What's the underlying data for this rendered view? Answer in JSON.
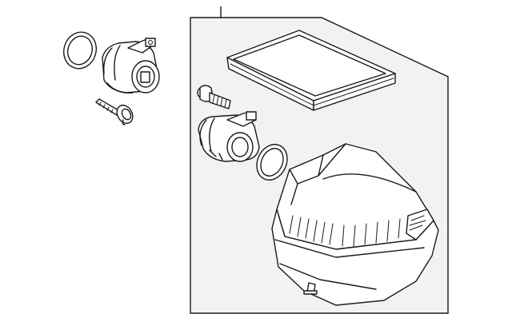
{
  "diagram": {
    "background": "#ffffff",
    "line_color": "#1a1a1a",
    "panel_fill": "#f2f2f2",
    "parts": [
      {
        "name": "gasket-loose",
        "icon": "o-ring-gasket-icon"
      },
      {
        "name": "mass-air-flow-sensor-loose",
        "icon": "sensor-icon"
      },
      {
        "name": "sensor-screw-loose",
        "icon": "screw-icon"
      },
      {
        "name": "air-filter-element",
        "icon": "filter-icon"
      },
      {
        "name": "mount-bolt",
        "icon": "bolt-icon"
      },
      {
        "name": "mass-air-flow-sensor",
        "icon": "sensor-icon"
      },
      {
        "name": "gasket",
        "icon": "o-ring-gasket-icon"
      },
      {
        "name": "air-cleaner-housing",
        "icon": "housing-icon"
      }
    ]
  }
}
